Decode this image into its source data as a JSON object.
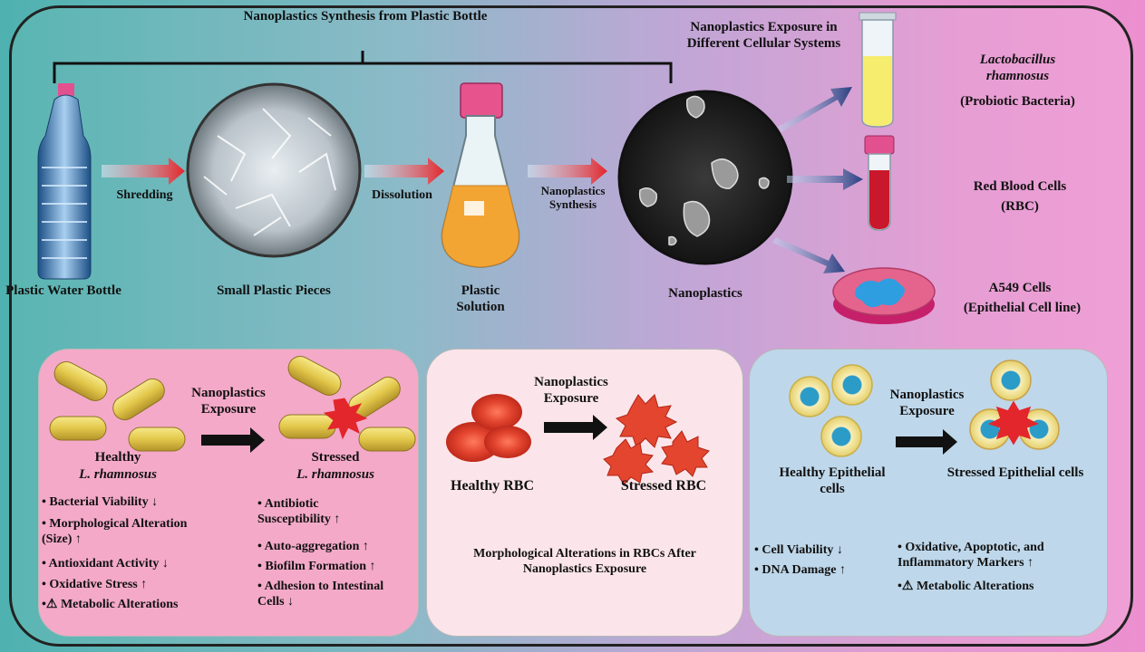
{
  "top": {
    "title": "Nanoplastics Synthesis from Plastic Bottle",
    "exposure_title": "Nanoplastics Exposure in Different Cellular Systems",
    "steps": [
      {
        "label": "Plastic Water Bottle"
      },
      {
        "label": "Small Plastic Pieces"
      },
      {
        "label": "Plastic Solution"
      },
      {
        "label": "Nanoplastics"
      }
    ],
    "arrows": [
      "Shredding",
      "Dissolution",
      "Nanoplastics Synthesis"
    ],
    "targets": [
      {
        "name": "Lactobacillus rhamnosus",
        "desc": "(Probiotic Bacteria)"
      },
      {
        "name": "Red Blood Cells",
        "desc": "(RBC)"
      },
      {
        "name": "A549 Cells",
        "desc": "(Epithelial Cell line)"
      }
    ]
  },
  "bacteria_panel": {
    "exposure": "Nanoplastics Exposure",
    "healthy": "Healthy",
    "healthy_species": "L. rhamnosus",
    "stressed": "Stressed",
    "stressed_species": "L. rhamnosus",
    "healthy_effects": [
      "• Bacterial Viability ↓",
      "• Morphological Alteration (Size) ↑",
      "• Antioxidant Activity ↓",
      "• Oxidative Stress ↑",
      "•⚠ Metabolic Alterations"
    ],
    "stressed_effects": [
      "• Antibiotic Susceptibility ↑",
      "• Auto-aggregation ↑",
      "• Biofilm Formation ↑",
      "• Adhesion to Intestinal Cells ↓"
    ]
  },
  "rbc_panel": {
    "exposure": "Nanoplastics Exposure",
    "healthy": "Healthy RBC",
    "stressed": "Stressed RBC",
    "caption": "Morphological Alterations in RBCs After Nanoplastics Exposure"
  },
  "epi_panel": {
    "exposure": "Nanoplastics Exposure",
    "healthy": "Healthy Epithelial cells",
    "stressed": "Stressed Epithelial cells",
    "left_effects": [
      "• Cell Viability ↓",
      "• DNA Damage ↑"
    ],
    "right_effects": [
      "• Oxidative, Apoptotic, and Inflammatory Markers ↑",
      "•⚠ Metabolic Alterations"
    ]
  },
  "colors": {
    "accent_red": "#e3262b",
    "accent_navy": "#2b3f80"
  }
}
